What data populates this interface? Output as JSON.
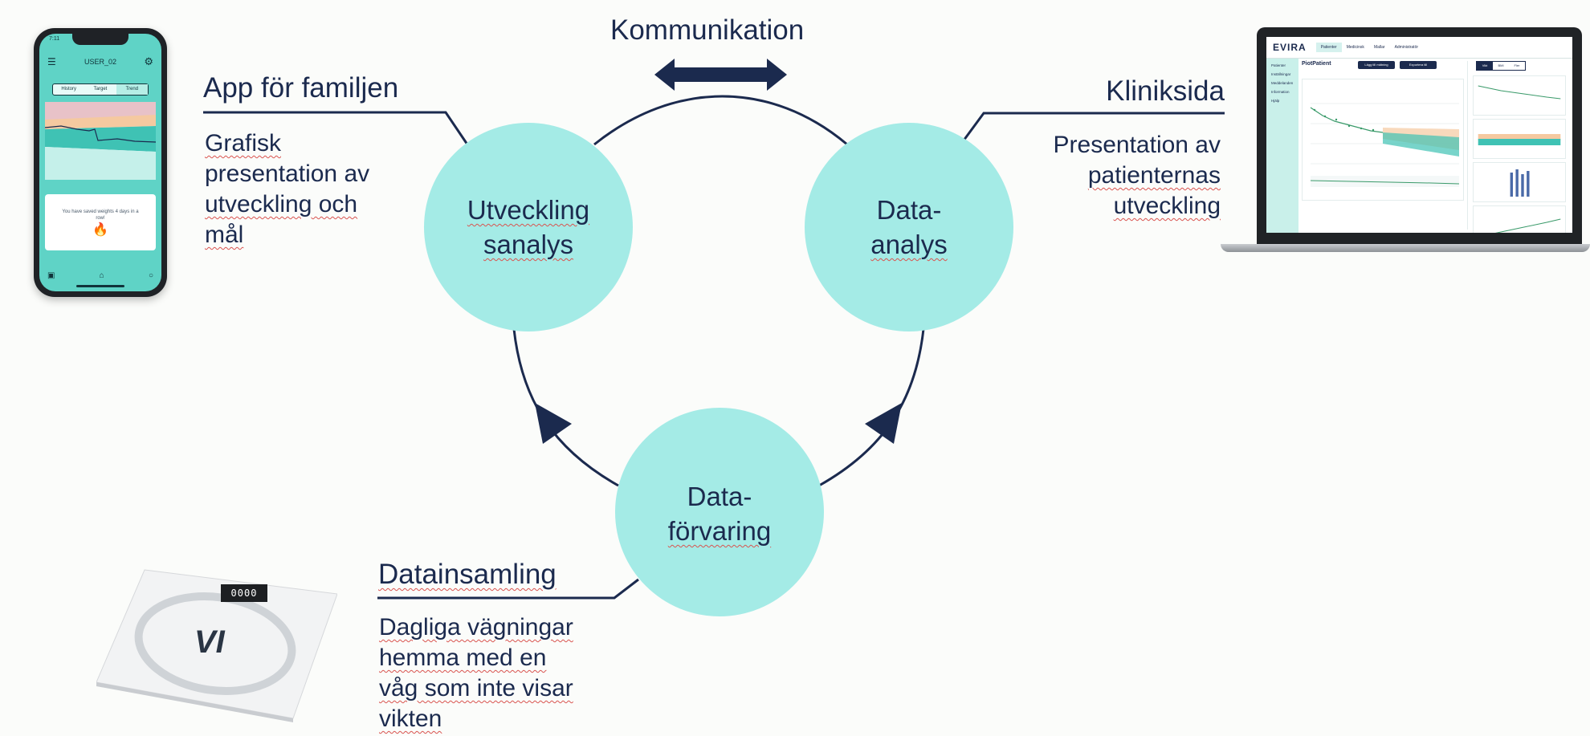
{
  "center": {
    "top_label": "Kommunikation",
    "circles": [
      {
        "line1": "Utveckling",
        "line2": "sanalys"
      },
      {
        "line1": "Data-",
        "line2": "analys"
      },
      {
        "line1": "Data-",
        "line2": "förvaring"
      }
    ]
  },
  "family_app": {
    "heading": "App för familjen",
    "lines": [
      "Grafisk",
      "presentation av",
      "utveckling och",
      "mål"
    ]
  },
  "clinic": {
    "heading": "Kliniksida",
    "lines": [
      "Presentation av",
      "patienternas",
      "utveckling"
    ]
  },
  "data_collection": {
    "heading": "Datainsamling",
    "lines": [
      "Dagliga vägningar",
      "hemma med en",
      "våg som inte visar",
      "vikten"
    ]
  },
  "phone": {
    "time": "7:11",
    "user": "USER_02",
    "tabs": [
      "History",
      "Target",
      "Trend"
    ],
    "card_text": "You have saved weights 4 days in a row!",
    "colors": {
      "screen": "#5fd3c6",
      "teal": "#3fc2b4",
      "orange": "#f5c9a0",
      "pink": "#e8c2c8"
    }
  },
  "laptop": {
    "logo": "EVIRA",
    "tabs": [
      "Patienter",
      "Medicinsk",
      "Mallar",
      "Administratör"
    ],
    "patient_title": "PiotPatient",
    "buttons": [
      "Lägg till mätning",
      "Exportera till"
    ],
    "toggle": [
      "Vikt",
      "BMI",
      "Fler"
    ],
    "sidebar": [
      "Patienter",
      "Inställningar",
      "Meddelanden",
      "Information",
      "Hjälp"
    ]
  },
  "scale": {
    "display": "0000",
    "logo": "VI"
  },
  "colors": {
    "circle_fill": "#a4ebe6",
    "navy": "#1b2a4e",
    "background": "#fbfcfa"
  }
}
